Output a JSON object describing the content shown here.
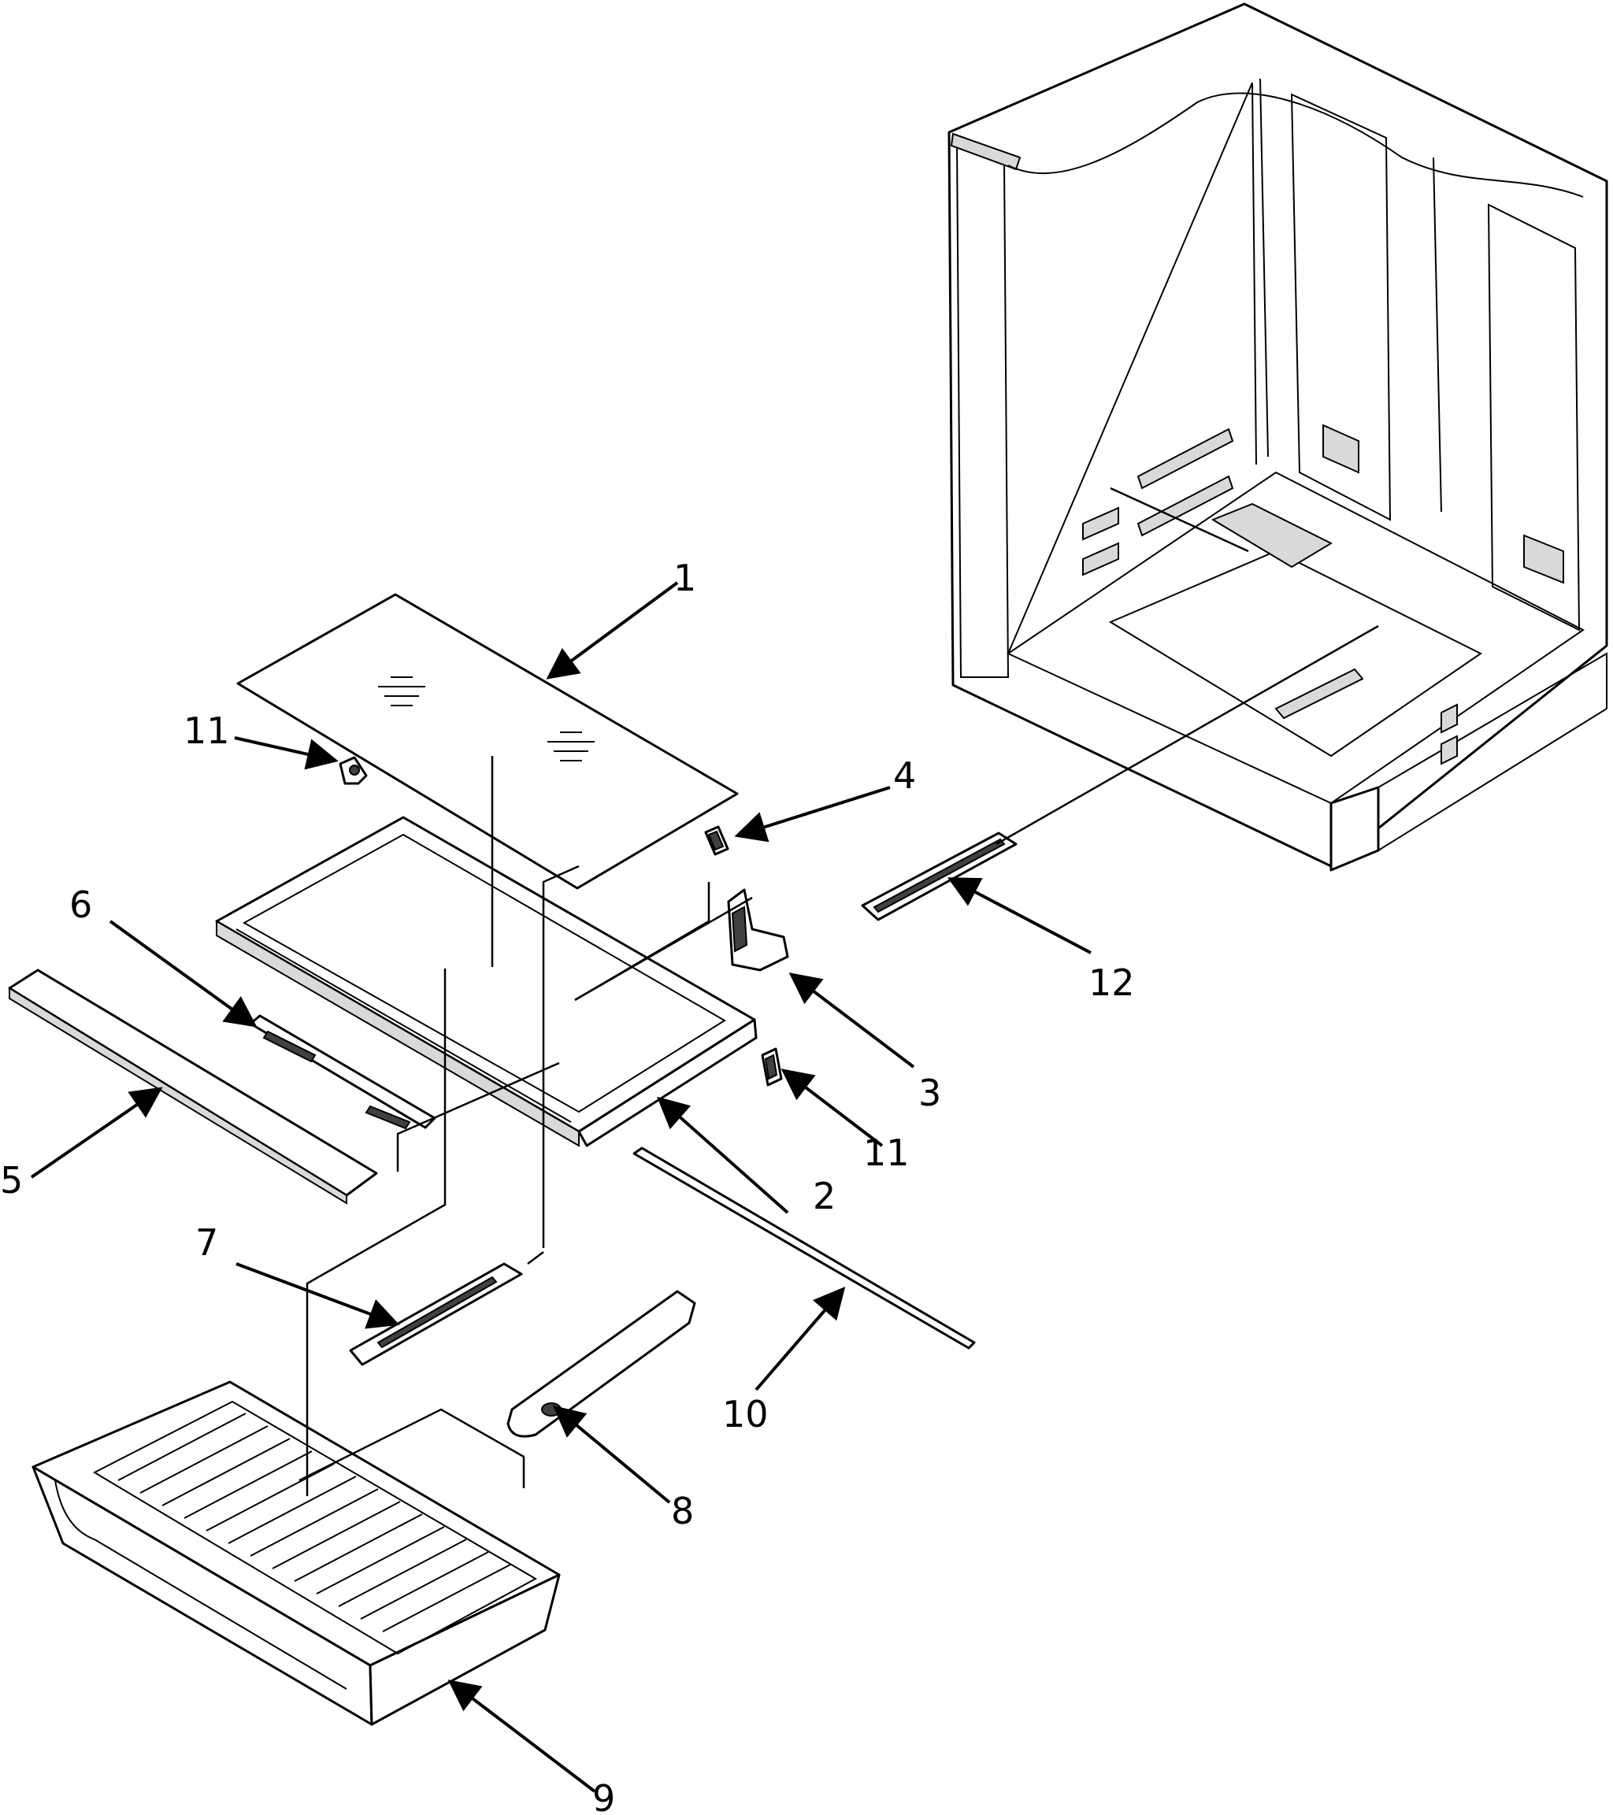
{
  "callouts": {
    "c1": "1",
    "c2": "2",
    "c3": "3",
    "c4": "4",
    "c5": "5",
    "c6": "6",
    "c7": "7",
    "c8": "8",
    "c9": "9",
    "c10": "10",
    "c11a": "11",
    "c11b": "11",
    "c12": "12"
  },
  "colors": {
    "line": "#000000",
    "background": "#ffffff"
  }
}
